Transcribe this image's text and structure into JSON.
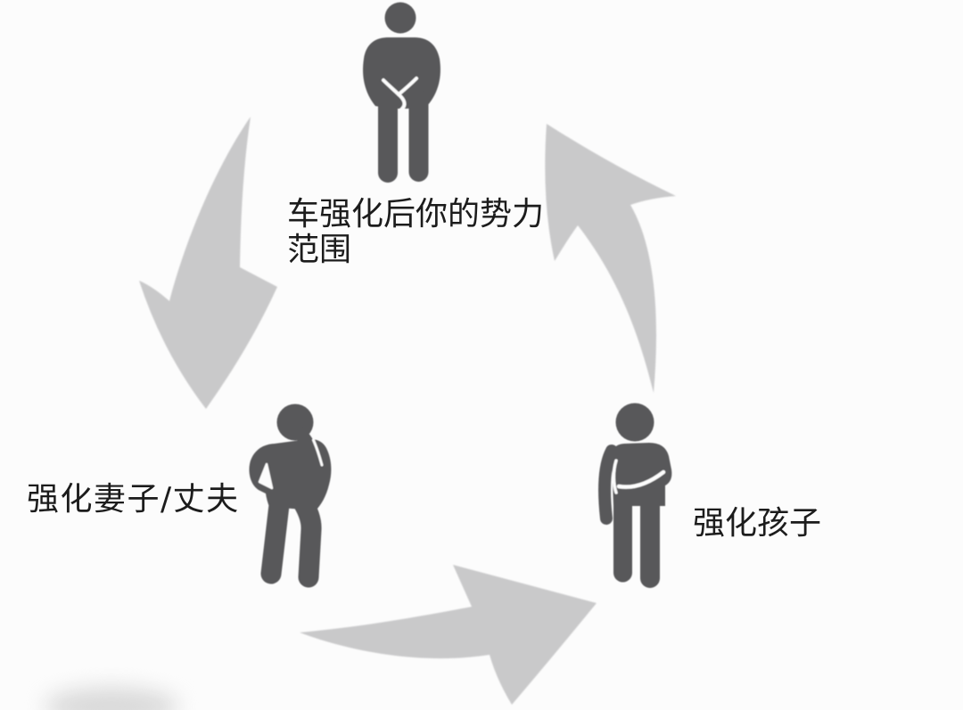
{
  "diagram": {
    "type": "cycle",
    "colors": {
      "figure": "#58585a",
      "arrow": "#c9c9ca",
      "text": "#1c1c1c",
      "background": "#fcfcfc"
    },
    "nodes": [
      {
        "id": "influence-range",
        "icon": "person-standing-hands-clasped-icon",
        "position": "top",
        "label": "车强化后你的势力范围"
      },
      {
        "id": "spouse",
        "icon": "person-thinking-icon",
        "position": "bottom-left",
        "label": "强化妻子/丈夫"
      },
      {
        "id": "child",
        "icon": "person-arm-across-icon",
        "position": "bottom-right",
        "label": "强化孩子"
      }
    ],
    "labels": {
      "top_line1": "车强化后你的势力",
      "top_line2": "范围",
      "left": "强化妻子/丈夫",
      "right": "强化孩子"
    },
    "arrows": [
      {
        "from": "influence-range",
        "to": "spouse",
        "direction": "down-left"
      },
      {
        "from": "spouse",
        "to": "child",
        "direction": "right"
      },
      {
        "from": "child",
        "to": "influence-range",
        "direction": "up-left"
      }
    ]
  }
}
